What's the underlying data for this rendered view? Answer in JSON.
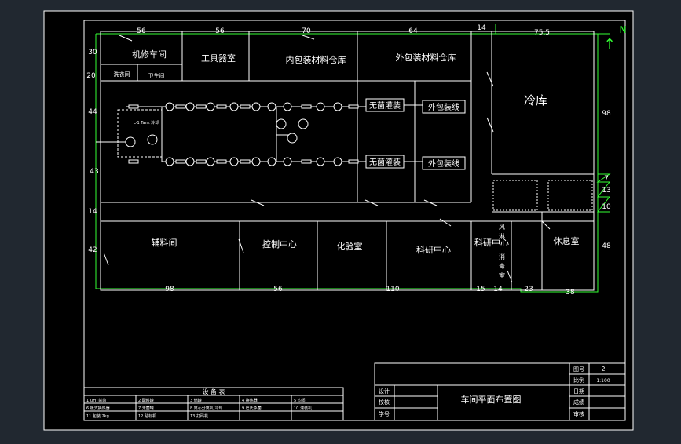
{
  "colors": {
    "outer": "#212830",
    "paper": "#000000",
    "line": "#ffffff",
    "dim": "#33ff33"
  },
  "rooms": {
    "repair": "机修车间",
    "tools": "工具器室",
    "inner_pack": "内包装材料仓库",
    "outer_pack": "外包装材料仓库",
    "cold": "冷库",
    "rest": "休息室",
    "material": "辅料间",
    "control": "控制中心",
    "lab": "化验室",
    "research": "科研中心",
    "research2": "科研中心",
    "washroom": "洗衣间",
    "toilet": "卫生间"
  },
  "equipment": {
    "sterile1": "无菌灌装",
    "sterile2": "无菌灌装",
    "outer1": "外包装线",
    "outer2": "外包装线",
    "tank_label": "L-1 Tank 冷却"
  },
  "dims": {
    "top": [
      "56",
      "56",
      "70",
      "64",
      "14",
      "75.5"
    ],
    "bottom": [
      "98",
      "56",
      "110",
      "15",
      "14",
      "23",
      "38"
    ],
    "left": [
      "30",
      "20",
      "44",
      "43",
      "14",
      "42"
    ],
    "right": [
      "98",
      "7",
      "13",
      "10",
      "48"
    ]
  },
  "north": "N",
  "wash_vertical": [
    "风",
    "淋",
    "消",
    "毒",
    "室"
  ],
  "title_block": {
    "title": "车间平面布置图",
    "sheet_label": "图号",
    "sheet": "2",
    "scale_label": "比例",
    "scale": "1:100",
    "date_label": "日期",
    "grade_label": "成绩",
    "review_label": "审核",
    "design_label": "设计",
    "check_label": "校核",
    "student_label": "学号"
  },
  "equipment_list": {
    "title": "设 备 表",
    "rows": [
      [
        "1 UHT杀菌",
        "2 配料罐",
        "3 储罐",
        "4 换热器",
        "5 均质"
      ],
      [
        "6 板式换热器",
        "7 无菌罐",
        "8 离心分离机 冷却",
        "9 巴氏杀菌",
        "10 灌装机"
      ],
      [
        "11 包装 2kg",
        "12 贴标机",
        "13 打码机",
        "",
        ""
      ]
    ]
  }
}
